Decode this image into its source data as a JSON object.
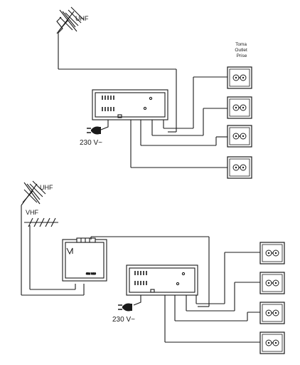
{
  "diagram1": {
    "antenna_label": "UHF",
    "outlet_label_lines": [
      "Toma",
      "Outlet",
      "Prise"
    ],
    "voltage_label": "230 V~"
  },
  "diagram2": {
    "uhf_label": "UHF",
    "vhf_label": "VHF",
    "device_label": "SM 910",
    "voltage_label": "230 V~"
  },
  "colors": {
    "stroke": "#1a1a1a",
    "background": "#ffffff"
  },
  "icons": [
    "uhf-antenna-icon",
    "vhf-antenna-icon",
    "wall-outlet-icon",
    "power-plug-icon",
    "amplifier-unit",
    "filter-unit"
  ]
}
